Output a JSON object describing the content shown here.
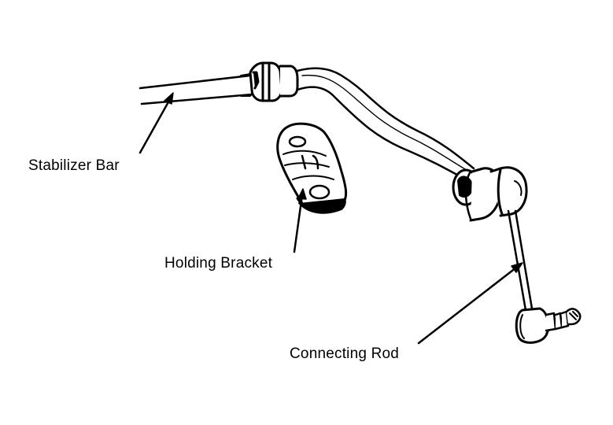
{
  "diagram": {
    "labels": {
      "stabilizer_bar": "Stabilizer Bar",
      "holding_bracket": "Holding Bracket",
      "connecting_rod": "Connecting Rod"
    },
    "colors": {
      "ink": "#000000",
      "background": "#ffffff"
    }
  }
}
